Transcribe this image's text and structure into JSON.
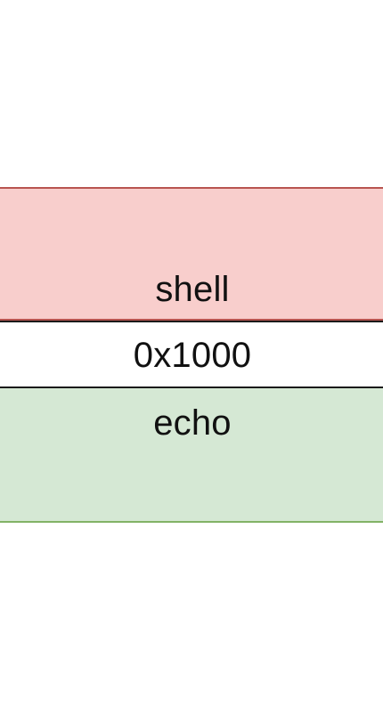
{
  "diagram": {
    "segments": [
      {
        "id": "shell",
        "label": "shell",
        "fill": "#f8cecc",
        "stroke": "#b85450"
      },
      {
        "id": "address",
        "label": "0x1000",
        "fill": "#ffffff",
        "stroke": "#1a1a1a"
      },
      {
        "id": "echo",
        "label": "echo",
        "fill": "#d5e8d4",
        "stroke": "#82b366"
      }
    ]
  }
}
